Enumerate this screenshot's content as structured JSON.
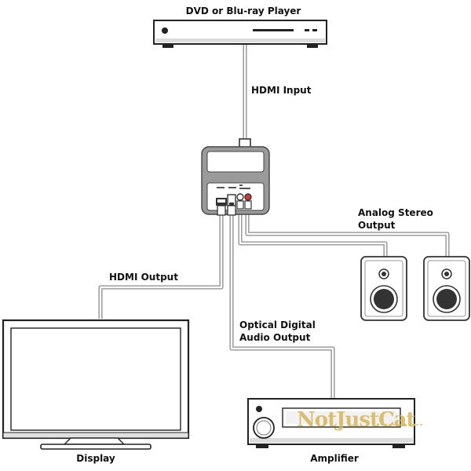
{
  "devices": {
    "source": "DVD or Blu-ray Player",
    "display": "Display",
    "amplifier": "Amplifier"
  },
  "connections": {
    "hdmi_input": "HDMI Input",
    "hdmi_output": "HDMI Output",
    "optical_line1": "Optical Digital",
    "optical_line2": "Audio Output",
    "analog_line1": "Analog Stereo",
    "analog_line2": "Output"
  },
  "watermark": "NotJustCat"
}
